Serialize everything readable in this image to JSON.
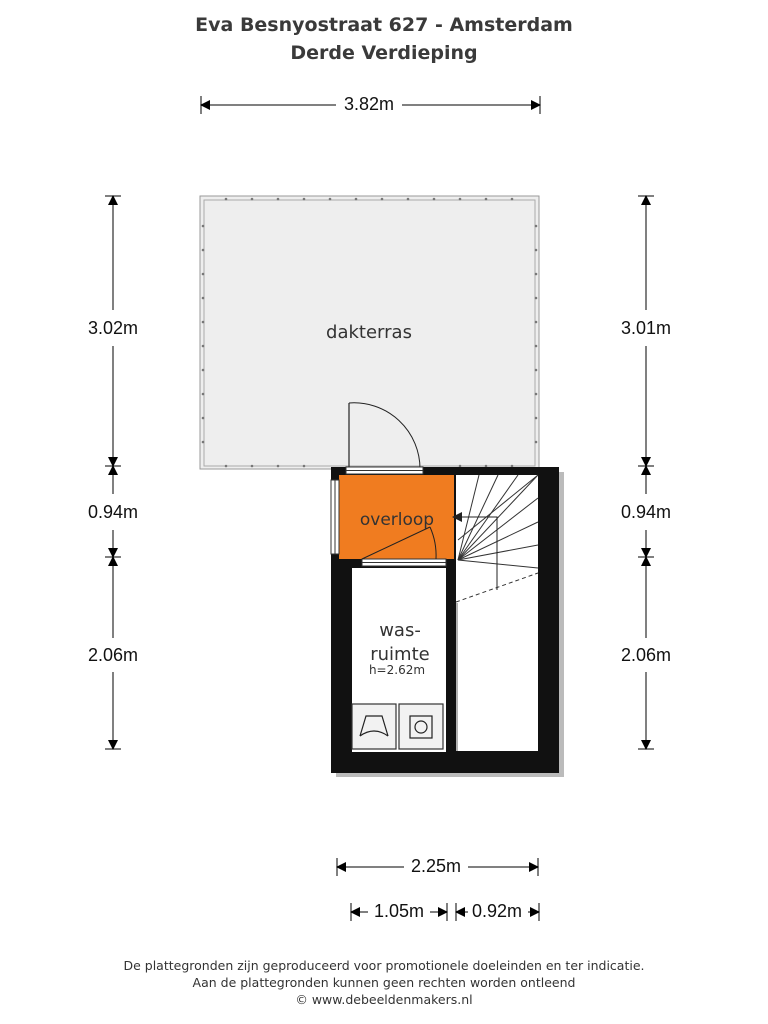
{
  "header": {
    "address": "Eva Besnyostraat 627 - Amsterdam",
    "floor": "Derde Verdieping"
  },
  "rooms": {
    "terrace": "dakterras",
    "landing": "overloop",
    "laundry_line1": "was-",
    "laundry_line2": "ruimte",
    "laundry_height": "h=2.62m"
  },
  "dimensions": {
    "top_width": "3.82m",
    "left_upper": "3.02m",
    "left_middle": "0.94m",
    "left_lower": "2.06m",
    "right_upper": "3.01m",
    "right_middle": "0.94m",
    "right_lower": "2.06m",
    "bottom_total": "2.25m",
    "bottom_left": "1.05m",
    "bottom_right": "0.92m"
  },
  "icons": [
    "dryer-icon",
    "washing-machine-icon",
    "door-swing-icon",
    "stair-arrow-icon"
  ],
  "colors": {
    "wall": "#111111",
    "landing": "#f07c20",
    "terrace": "#eeeeee",
    "dimension": "#000000"
  },
  "footer": {
    "line1": "De plattegronden zijn geproduceerd voor promotionele doeleinden en ter indicatie.",
    "line2": "Aan de plattegronden kunnen geen rechten worden ontleend",
    "line3": "© www.debeeldenmakers.nl"
  }
}
